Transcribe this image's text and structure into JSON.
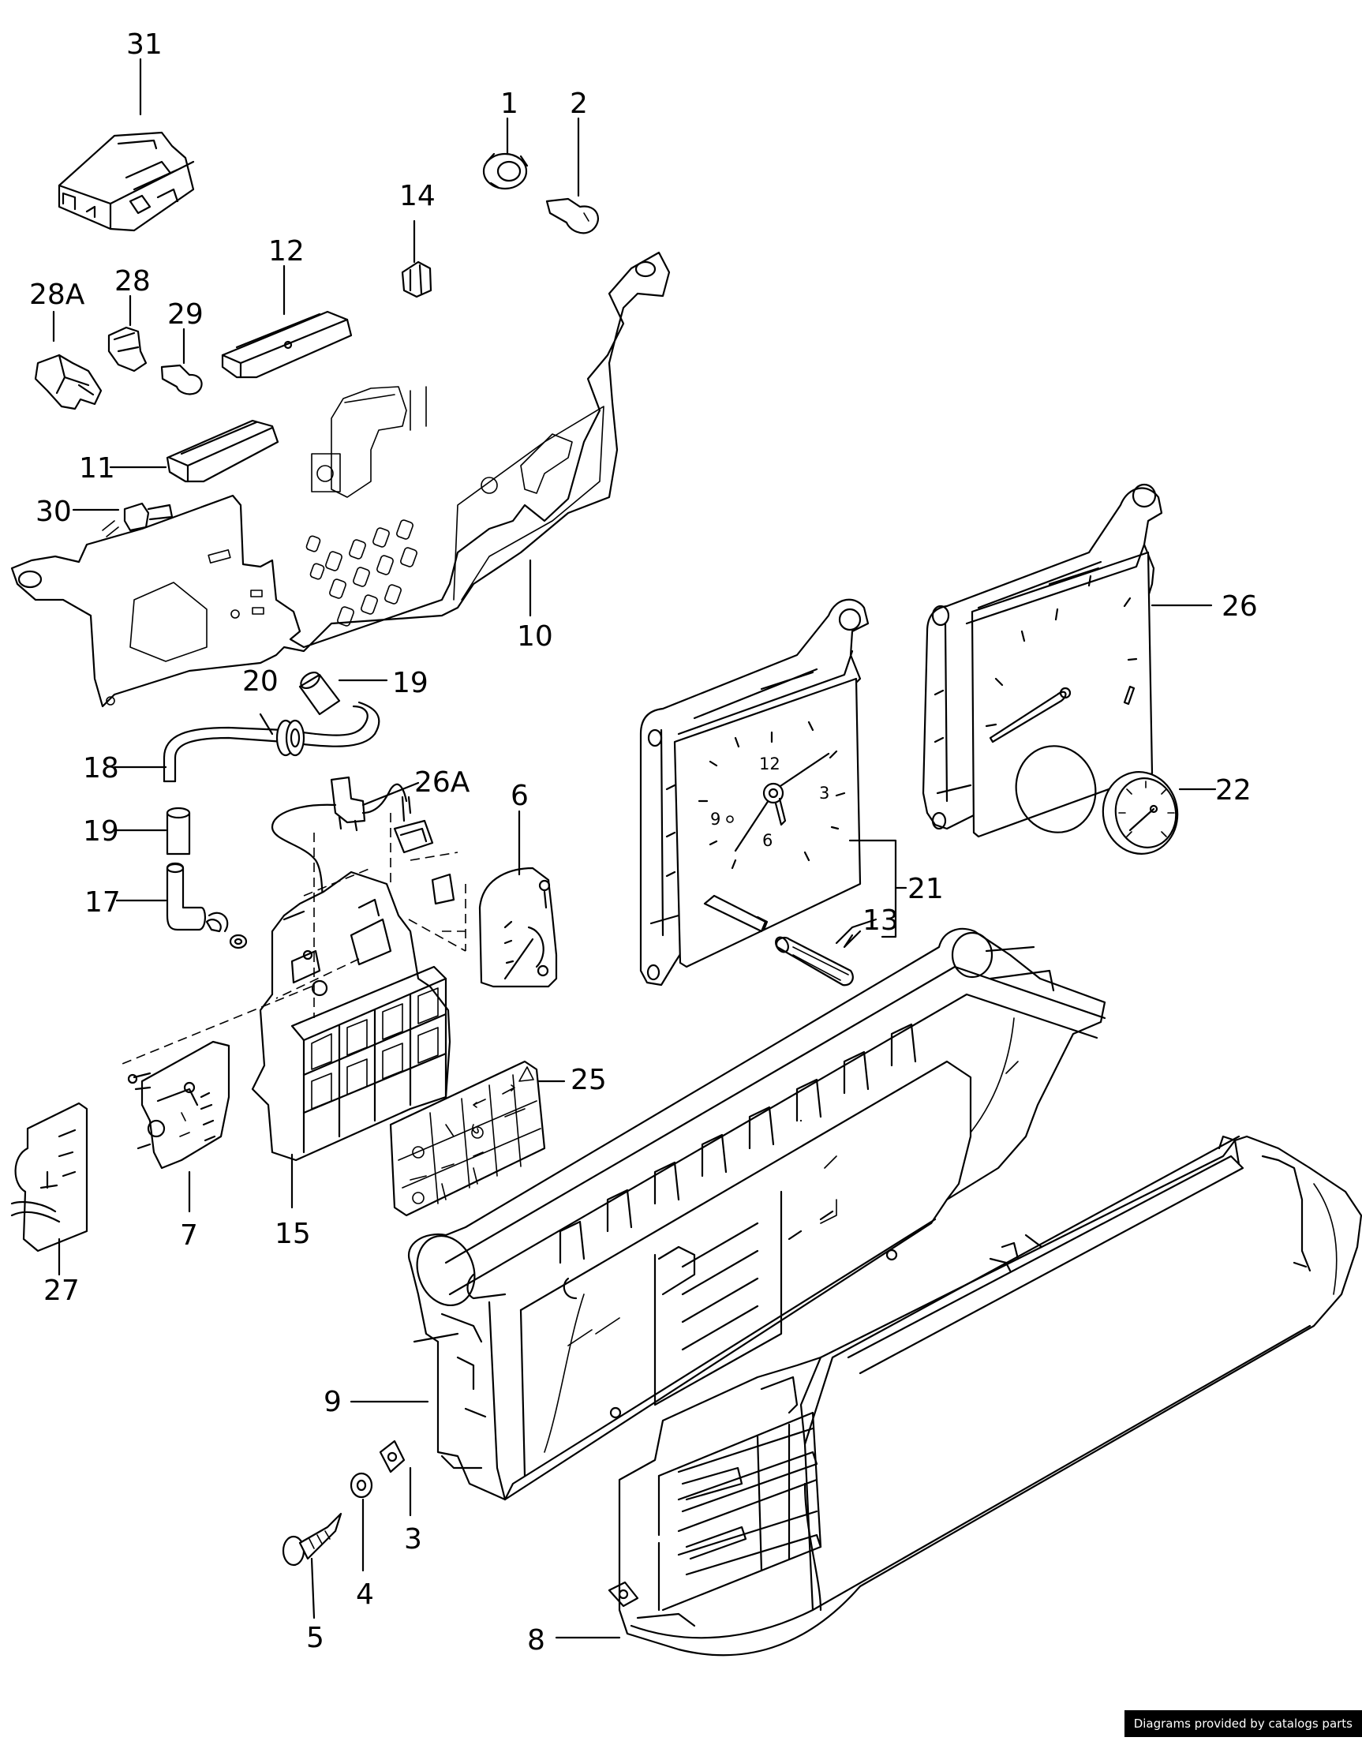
{
  "diagram": {
    "callouts": [
      "31",
      "1",
      "2",
      "14",
      "12",
      "28A",
      "28",
      "29",
      "11",
      "30",
      "10",
      "20",
      "19",
      "18",
      "26A",
      "6",
      "19",
      "17",
      "26",
      "22",
      "21",
      "13",
      "25",
      "7",
      "15",
      "27",
      "9",
      "3",
      "4",
      "5",
      "8"
    ],
    "clock_dial": [
      "12",
      "3",
      "6",
      "9"
    ],
    "colors": {
      "line": "#000000",
      "background": "#ffffff",
      "credit_bg": "#000000",
      "credit_text": "#ffffff"
    }
  },
  "footer": {
    "credit": "Diagrams provided by catalogs parts"
  }
}
